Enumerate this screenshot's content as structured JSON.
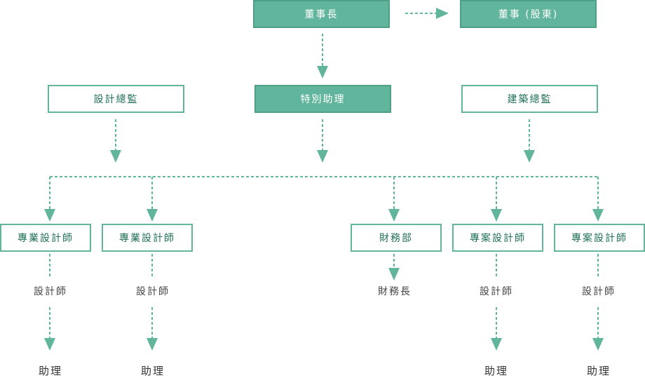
{
  "accent_color": "#62b59d",
  "top": {
    "chairman": "董事長",
    "director": "董事 (股東)"
  },
  "second_row": {
    "design_director": "設計總監",
    "special_assistant": "特別助理",
    "architecture_director": "建築總監"
  },
  "branches": [
    {
      "box": "專業設計師",
      "role": "設計師",
      "sub": "助理"
    },
    {
      "box": "專業設計師",
      "role": "設計師",
      "sub": "助理"
    },
    {
      "box": "財務部",
      "role": "財務長",
      "sub": ""
    },
    {
      "box": "專案設計師",
      "role": "設計師",
      "sub": "助理"
    },
    {
      "box": "專案設計師",
      "role": "設計師",
      "sub": "助理"
    }
  ]
}
